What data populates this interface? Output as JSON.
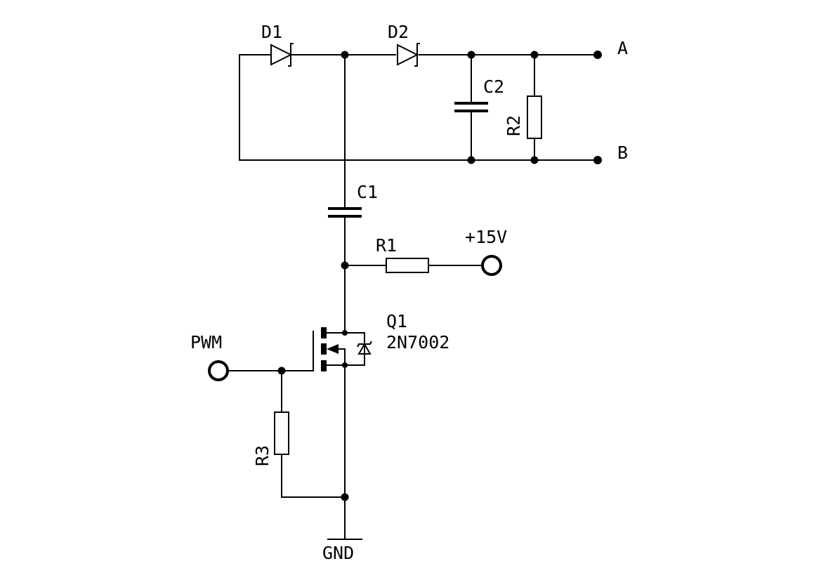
{
  "diagram": {
    "components": {
      "d1": {
        "label": "D1"
      },
      "d2": {
        "label": "D2"
      },
      "c1": {
        "label": "C1"
      },
      "c2": {
        "label": "C2"
      },
      "r1": {
        "label": "R1"
      },
      "r2": {
        "label": "R2"
      },
      "r3": {
        "label": "R3"
      },
      "q1": {
        "label": "Q1",
        "part": "2N7002"
      }
    },
    "nets": {
      "a": "A",
      "b": "B",
      "supply": "+15V",
      "pwm": "PWM",
      "gnd": "GND"
    }
  }
}
